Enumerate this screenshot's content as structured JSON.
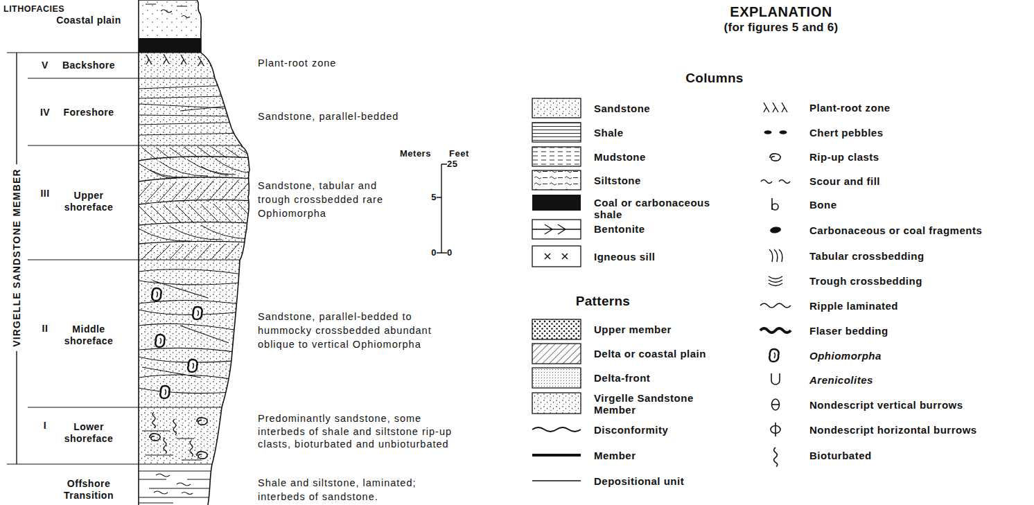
{
  "diagram": {
    "title": "EXPLANATION",
    "labels": [
      "LITHOFACIES",
      "Coastal plain",
      "V",
      "Backshore",
      "IV",
      "Foreshore",
      "III",
      "Upper shoreface",
      "II",
      "Middle shoreface",
      "I",
      "Lower shoreface",
      "Offshore Transition",
      "VIRGELLE SANDSTONE MEMBER",
      "Plant-root zone",
      "Sandstone, parallel-bedded",
      "Sandstone, tabular and trough crossbedded rare Ophiomorpha",
      "Sandstone, parallel-bedded to hummocky crossbedded abundant oblique to vertical Ophiomorpha",
      "Predominantly sandstone, some interbeds of shale and siltstone rip-up clasts, bioturbated and unbioturbated",
      "Shale and siltstone, laminated; interbeds of sandstone.",
      "Meters",
      "Feet",
      "25",
      "5",
      "0",
      "0",
      "(for figures 5 and 6)",
      "Columns",
      "Patterns"
    ],
    "legend": [
      {
        "text": "Sandstone"
      },
      {
        "text": "Shale"
      },
      {
        "text": "Mudstone"
      },
      {
        "text": "Siltstone"
      },
      {
        "text": "Coal or carbonaceous shale",
        "color": "#111111"
      },
      {
        "text": "Bentonite"
      },
      {
        "text": "Igneous sill"
      },
      {
        "text": "Upper member"
      },
      {
        "text": "Delta or coastal plain"
      },
      {
        "text": "Delta-front"
      },
      {
        "text": "Virgelle Sandstone Member"
      },
      {
        "text": "Disconformity"
      },
      {
        "text": "Member"
      },
      {
        "text": "Depositional unit"
      },
      {
        "text": "Plant-root zone"
      },
      {
        "text": "Chert pebbles"
      },
      {
        "text": "Rip-up clasts"
      },
      {
        "text": "Scour and fill"
      },
      {
        "text": "Bone"
      },
      {
        "text": "Carbonaceous or coal fragments"
      },
      {
        "text": "Tabular crossbedding"
      },
      {
        "text": "Trough crossbedding"
      },
      {
        "text": "Ripple laminated"
      },
      {
        "text": "Flaser bedding"
      },
      {
        "text": "Ophiomorpha"
      },
      {
        "text": "Arenicolites"
      },
      {
        "text": "Nondescript vertical burrows"
      },
      {
        "text": "Nondescript horizontal burrows"
      },
      {
        "text": "Bioturbated"
      }
    ]
  }
}
